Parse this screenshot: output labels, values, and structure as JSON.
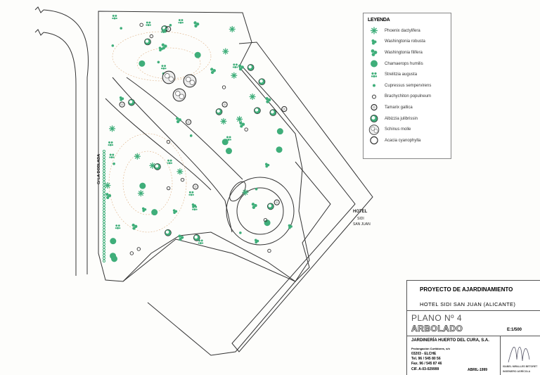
{
  "plan": {
    "street_label": "C/ LA DOBLADA",
    "hotel_label": "HOTEL",
    "hotel_name_1": "SIDI",
    "hotel_name_2": "SAN JUAN"
  },
  "legend": {
    "title": "LEYENDA",
    "items": [
      {
        "label": "Phoenix dactylifera",
        "icon": "star-palm-icon"
      },
      {
        "label": "Washingtonia robusta",
        "icon": "palm-cluster-small-icon"
      },
      {
        "label": "Washingtonia filifera",
        "icon": "palm-cluster-large-icon"
      },
      {
        "label": "Chamaerops humilis",
        "icon": "filled-circle-icon"
      },
      {
        "label": "Strelitzia augusta",
        "icon": "leaf-cluster-icon"
      },
      {
        "label": "Cupressus sempervirens",
        "icon": "small-dot-icon"
      },
      {
        "label": "Brachychiton populneum",
        "icon": "small-ring-icon"
      },
      {
        "label": "Tamarix gallica",
        "icon": "ring-icon"
      },
      {
        "label": "Albizzia julibrissin",
        "icon": "half-filled-circle-icon"
      },
      {
        "label": "Schinus molle",
        "icon": "large-canopy-icon"
      },
      {
        "label": "Acacia cyanophylla",
        "icon": "large-ring-icon"
      }
    ]
  },
  "title_block": {
    "project": "PROYECTO DE AJARDINAMIENTO",
    "site": "HOTEL SIDI SAN JUAN (ALICANTE)",
    "plan_number": "PLANO Nº 4",
    "plan_title": "ARBOLADO",
    "scale": "E:1/500",
    "company": "JARDINERÍA HUERTO DEL CURA, S.A.",
    "address": "Prolongación Curtidores, s/n",
    "city": "03203 - ELCHE",
    "tel": "Tel. 96 / 545 80 56",
    "fax": "Fax. 96 / 545 87 46",
    "cif": "CIF. A-03-029999",
    "date": "ABRIL-1999",
    "engineer": "ISABEL MIRALLES BETORET",
    "engineer_title": "INGENIERO AGRÍCOLA"
  },
  "colors": {
    "tree": "#3fae7a",
    "line": "#333333",
    "contour": "#e0b48a"
  }
}
